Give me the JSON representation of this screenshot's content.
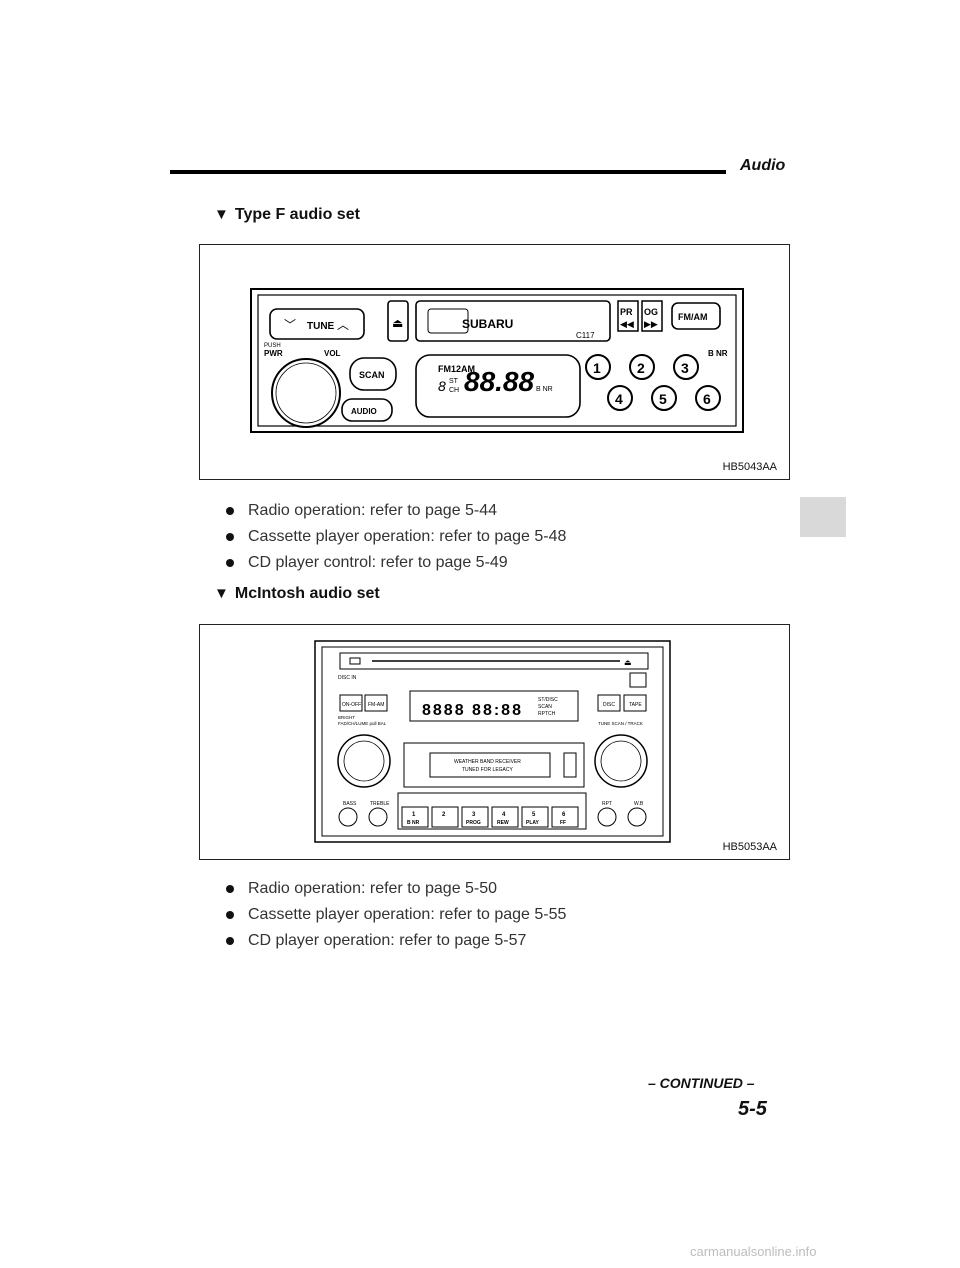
{
  "header": {
    "section": "Audio"
  },
  "sections": [
    {
      "heading": "Type F audio set",
      "figure": {
        "label": "HB5043AA",
        "texts": {
          "tune": "TUNE",
          "brand": "SUBARU",
          "model": "C117",
          "push": "PUSH",
          "pwr": "PWR",
          "vol": "VOL",
          "scan": "SCAN",
          "audio": "AUDIO",
          "pr": "PR",
          "og": "OG",
          "fmam": "FM/AM",
          "bnr": "B NR",
          "display_fm": "FM12AM",
          "display_st": "ST",
          "display_ch": "CH",
          "display_digits": "88.88",
          "display_bnr": "B NR",
          "presets": [
            "1",
            "2",
            "3",
            "4",
            "5",
            "6"
          ]
        }
      },
      "bullets": [
        "Radio operation: refer to page 5-44",
        "Cassette player operation: refer to page 5-48",
        "CD player control: refer to page 5-49"
      ]
    },
    {
      "heading": "McIntosh audio set",
      "figure": {
        "label": "HB5053AA",
        "texts": {
          "disc_in": "DISC IN",
          "onoff": "ON-OFF",
          "fmam": "FM-AM",
          "bright": "BRIGHT",
          "fadbal": "FAD/CH/LUME pull BAL",
          "disc": "DISC",
          "tape": "TAPE",
          "tune_scan_track": "TUNE SCAN / TRACK",
          "st_disc": "ST/DISC",
          "scan": "SCAN",
          "rptch": "RPTCH",
          "weather": "WEATHER BAND RECEIVER",
          "tuned": "TUNED FOR LEGACY",
          "bass": "BASS",
          "treble": "TREBLE",
          "rpt": "RPT",
          "wb": "W.B",
          "presets": [
            {
              "num": "1",
              "sub": "B NR"
            },
            {
              "num": "2",
              "sub": ""
            },
            {
              "num": "3",
              "sub": "PROG"
            },
            {
              "num": "4",
              "sub": "REW"
            },
            {
              "num": "5",
              "sub": "PLAY"
            },
            {
              "num": "6",
              "sub": "FF"
            }
          ]
        }
      },
      "bullets": [
        "Radio operation: refer to page 5-50",
        "Cassette player operation: refer to page 5-55",
        "CD player operation: refer to page 5-57"
      ]
    }
  ],
  "footer": {
    "continued": "– CONTINUED –",
    "page": "5-5",
    "watermark": "carmanualsonline.info"
  }
}
